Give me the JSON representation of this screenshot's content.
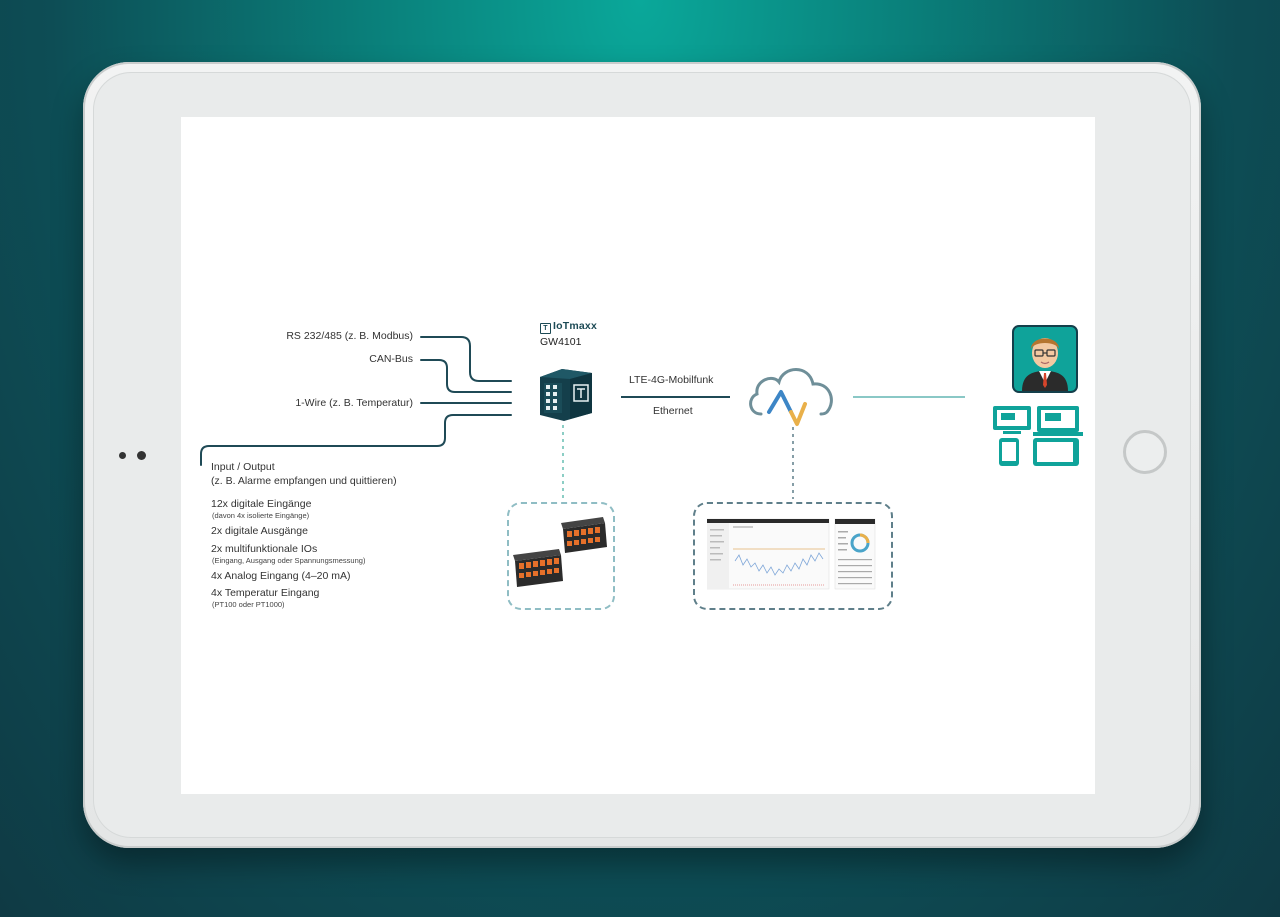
{
  "gateway": {
    "brand": "IoTmaxx",
    "brand_icon": "T",
    "model": "GW4101"
  },
  "interfaces": {
    "rs": "RS 232/485 (z. B. Modbus)",
    "can": "CAN-Bus",
    "wire": "1-Wire (z. B. Temperatur)"
  },
  "io": {
    "title": "Input / Output",
    "subtitle": "(z. B. Alarme empfangen und quittieren)",
    "items": [
      {
        "label": "12x digitale Eingänge",
        "note": "(davon 4x isolierte Eingänge)"
      },
      {
        "label": "2x digitale Ausgänge",
        "note": ""
      },
      {
        "label": "2x multifunktionale IOs",
        "note": "(Eingang, Ausgang oder Spannungsmessung)"
      },
      {
        "label": "4x Analog Eingang (4–20 mA)",
        "note": ""
      },
      {
        "label": "4x Temperatur Eingang",
        "note": "(PT100 oder PT1000)"
      }
    ]
  },
  "connection": {
    "top": "LTE-4G-Mobilfunk",
    "bottom": "Ethernet"
  },
  "colors": {
    "teal": "#0fa39a",
    "dark": "#143f4b",
    "orange": "#e6702a",
    "cloud_blue": "#3d86c6",
    "cloud_gold": "#e9b04a"
  }
}
